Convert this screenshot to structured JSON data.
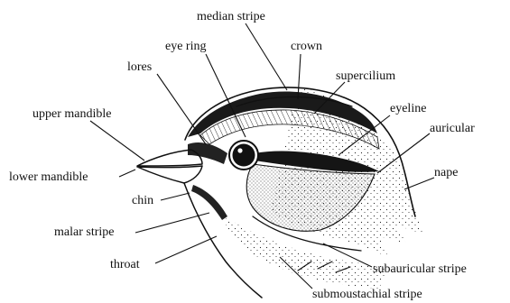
{
  "diagram": {
    "labels": {
      "median_stripe": "median stripe",
      "eye_ring": "eye ring",
      "crown": "crown",
      "lores": "lores",
      "supercilium": "supercilium",
      "eyeline": "eyeline",
      "upper_mandible": "upper mandible",
      "auricular": "auricular",
      "lower_mandible": "lower mandible",
      "nape": "nape",
      "chin": "chin",
      "malar_stripe": "malar stripe",
      "throat": "throat",
      "subauricular_stripe": "subauricular stripe",
      "submoustachial_stripe": "submoustachial stripe"
    }
  }
}
